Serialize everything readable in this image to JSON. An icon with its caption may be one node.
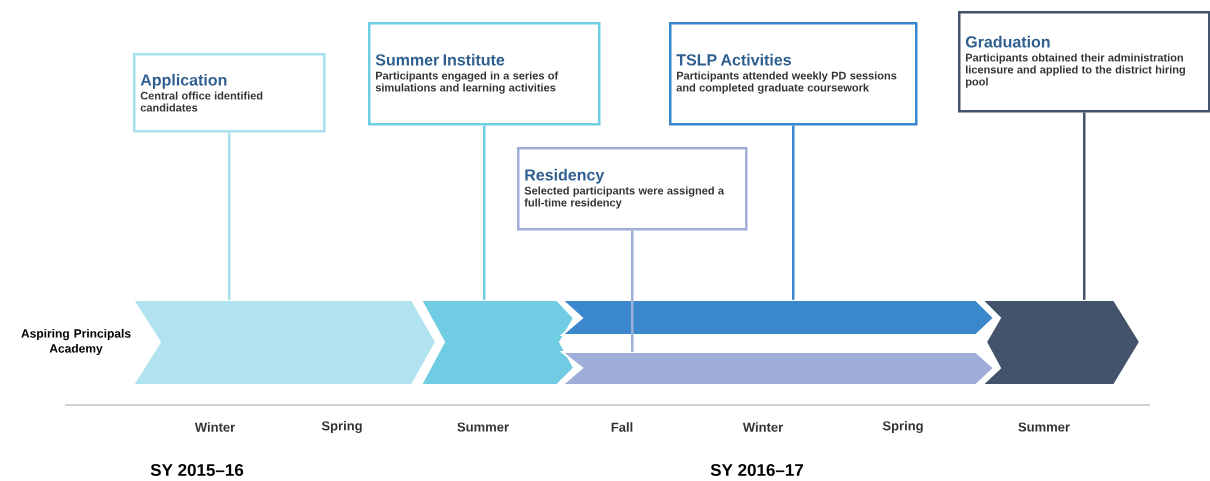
{
  "diagram": {
    "nodes": [
      {
        "text": [
          "Application",
          "Central office identified candidates"
        ]
      },
      {
        "text": [
          "Summer Institute",
          "Participants engaged in a series of simulations and learning activities"
        ]
      },
      {
        "text": [
          "Residency",
          "Selected participants were assigned a full-time residency"
        ]
      },
      {
        "text": [
          "TSLP Activities",
          "Participants attended weekly PD sessions and completed graduate coursework"
        ]
      },
      {
        "text": [
          "Graduation",
          "Participants obtained their administration licensure and applied to the district hiring pool"
        ]
      },
      {
        "text": [],
        "shape": "chevron"
      },
      {
        "text": [],
        "shape": "chevron"
      },
      {
        "text": [],
        "shape": "chevron"
      },
      {
        "text": [],
        "shape": "chevron"
      },
      {
        "text": [],
        "shape": "chevron"
      }
    ],
    "edges": [
      {
        "from": 0,
        "to": 5,
        "arrow": "none",
        "color": "#a9dfee"
      },
      {
        "from": 1,
        "to": 6,
        "arrow": "none",
        "color": "#6ccde3"
      },
      {
        "from": 2,
        "to": 8,
        "arrow": "none",
        "color": "#9fafd9"
      },
      {
        "from": 3,
        "to": 7,
        "arrow": "none",
        "color": "#3b87cc"
      },
      {
        "from": 4,
        "to": 9,
        "arrow": "none",
        "color": "#43536b"
      }
    ],
    "labels": [
      "Aspiring Principals Academy",
      "Winter",
      "Spring",
      "Summer",
      "Fall",
      "Winter",
      "Spring",
      "Summer",
      "SY 2015–16",
      "SY 2016–17"
    ]
  }
}
